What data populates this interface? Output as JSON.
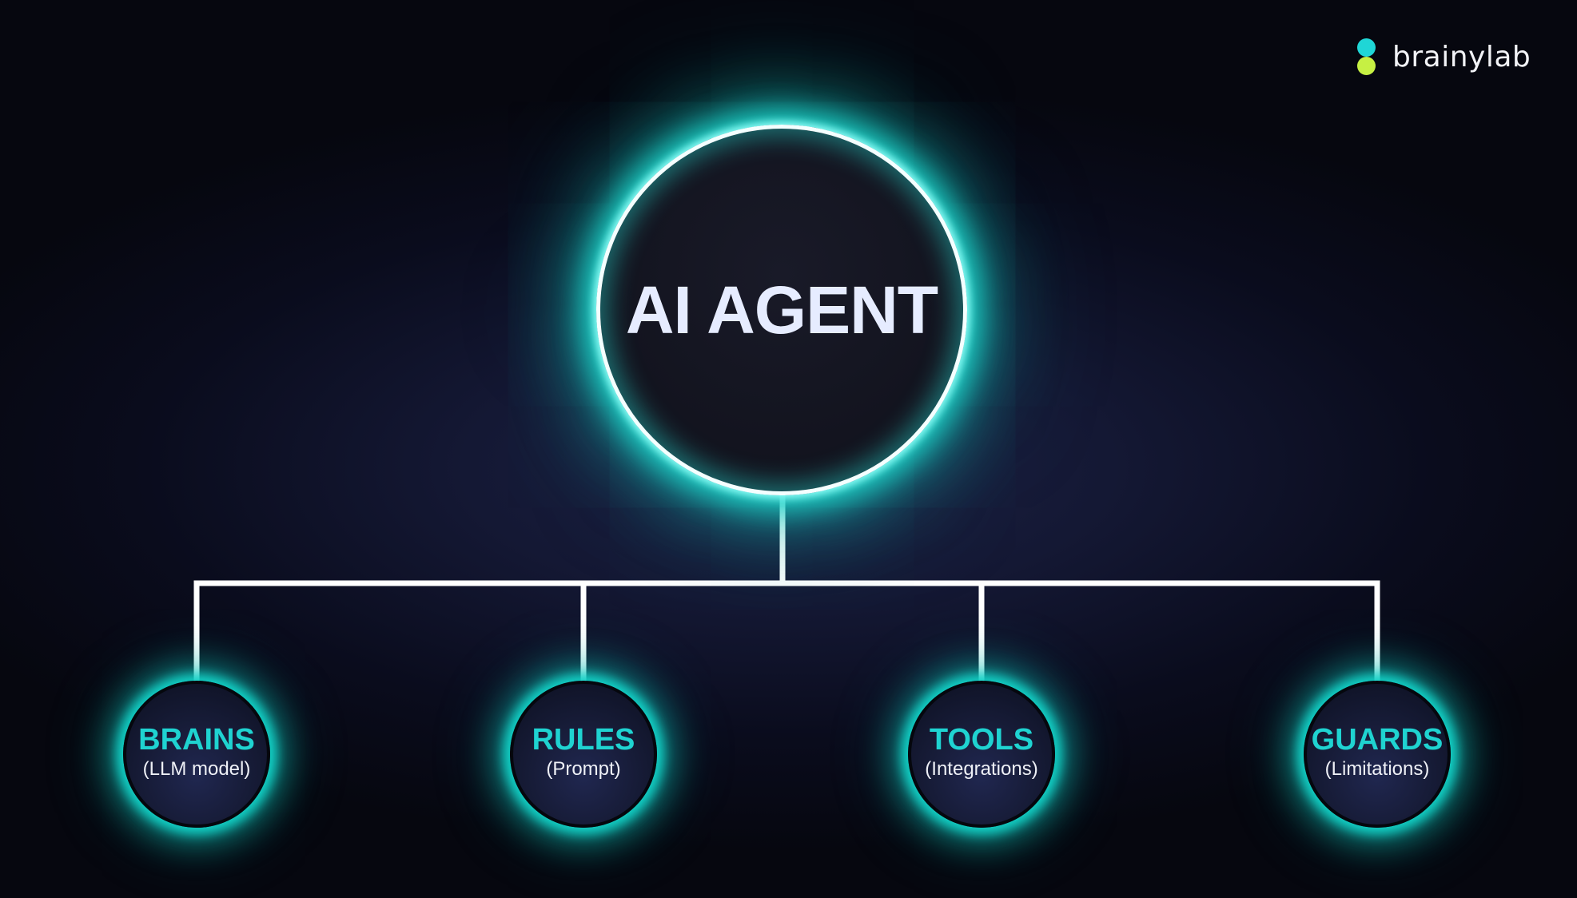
{
  "brand": {
    "name": "brainylab",
    "icon": "brainylab-logo-icon",
    "dot_colors": [
      "#1fd6d6",
      "#c6f043"
    ]
  },
  "diagram": {
    "root": {
      "label": "AI AGENT"
    },
    "children": [
      {
        "title": "BRAINS",
        "subtitle": "(LLM model)"
      },
      {
        "title": "RULES",
        "subtitle": "(Prompt)"
      },
      {
        "title": "TOOLS",
        "subtitle": "(Integrations)"
      },
      {
        "title": "GUARDS",
        "subtitle": "(Limitations)"
      }
    ]
  },
  "colors": {
    "background": "#0a0c1d",
    "glow": "#1fd6cc",
    "accent_text": "#1fd3d1",
    "main_text": "#e6ecff",
    "connector": "#ffffff"
  }
}
